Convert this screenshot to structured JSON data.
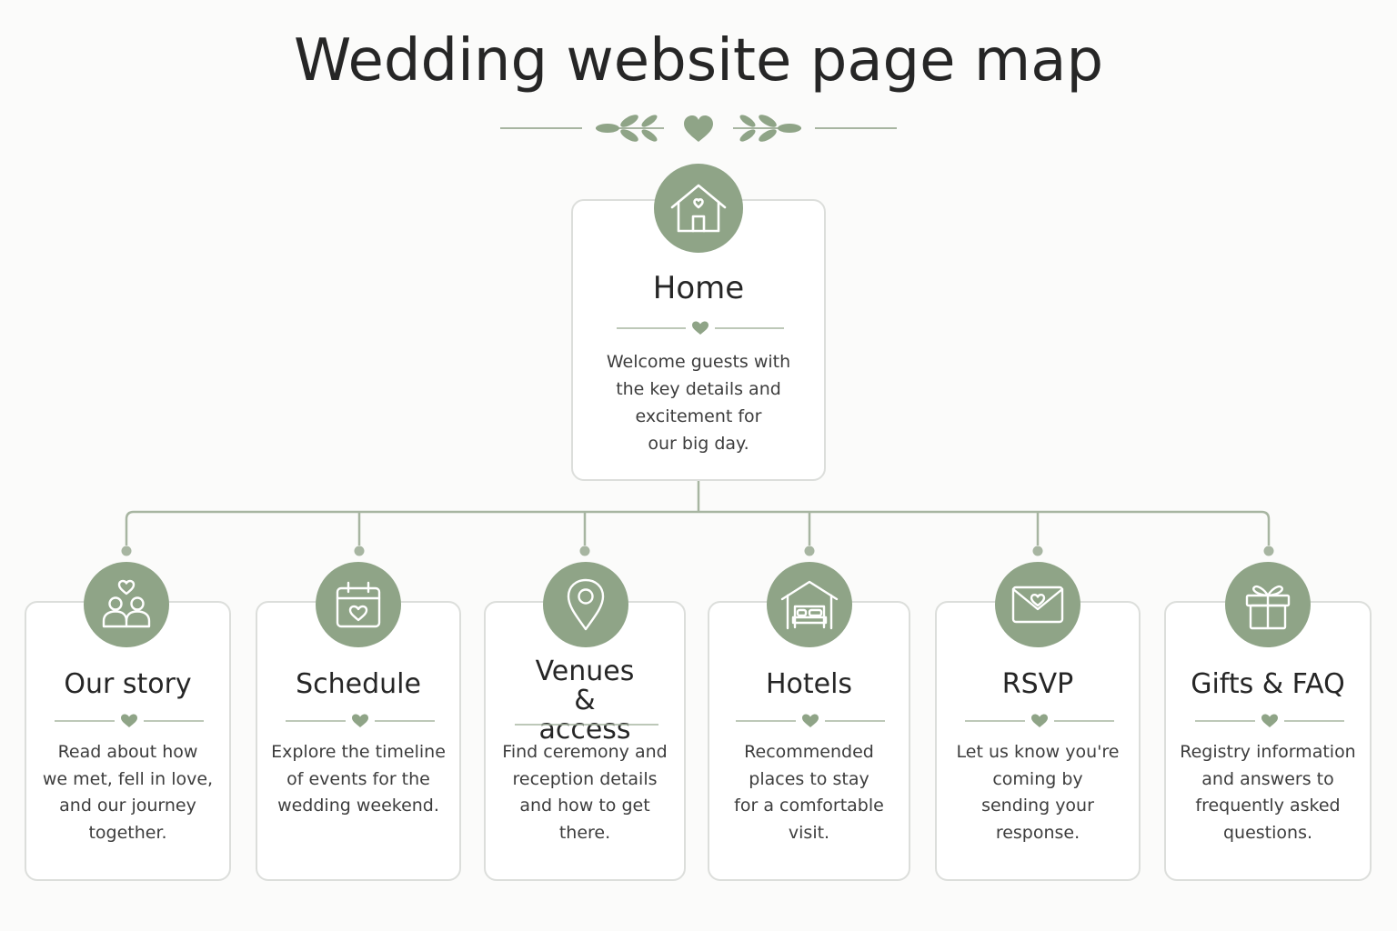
{
  "title": "Wedding website page map",
  "colors": {
    "accent": "#8fa487",
    "line": "#a7b5a1",
    "border": "#dcdedb"
  },
  "root": {
    "label": "Home",
    "icon": "house-heart-icon",
    "description": [
      "Welcome guests with",
      "the key details and",
      "excitement for",
      "our big day."
    ]
  },
  "pages": [
    {
      "label": "Our story",
      "icon": "couple-heart-icon",
      "description": [
        "Read about how",
        "we met, fell in love,",
        "and our journey",
        "together."
      ]
    },
    {
      "label": "Schedule",
      "icon": "calendar-heart-icon",
      "description": [
        "Explore the timeline",
        "of events for the",
        "wedding weekend."
      ]
    },
    {
      "label": "Venues & access",
      "icon": "map-pin-icon",
      "description": [
        "Find ceremony and",
        "reception details",
        "and how to get",
        "there."
      ]
    },
    {
      "label": "Hotels",
      "icon": "hotel-bed-icon",
      "description": [
        "Recommended",
        "places to stay",
        "for a comfortable",
        "visit."
      ]
    },
    {
      "label": "RSVP",
      "icon": "envelope-heart-icon",
      "description": [
        "Let us know you're",
        "coming by",
        "sending your",
        "response."
      ]
    },
    {
      "label": "Gifts & FAQ",
      "icon": "gift-icon",
      "description": [
        "Registry information",
        "and answers to",
        "frequently asked",
        "questions."
      ]
    }
  ]
}
